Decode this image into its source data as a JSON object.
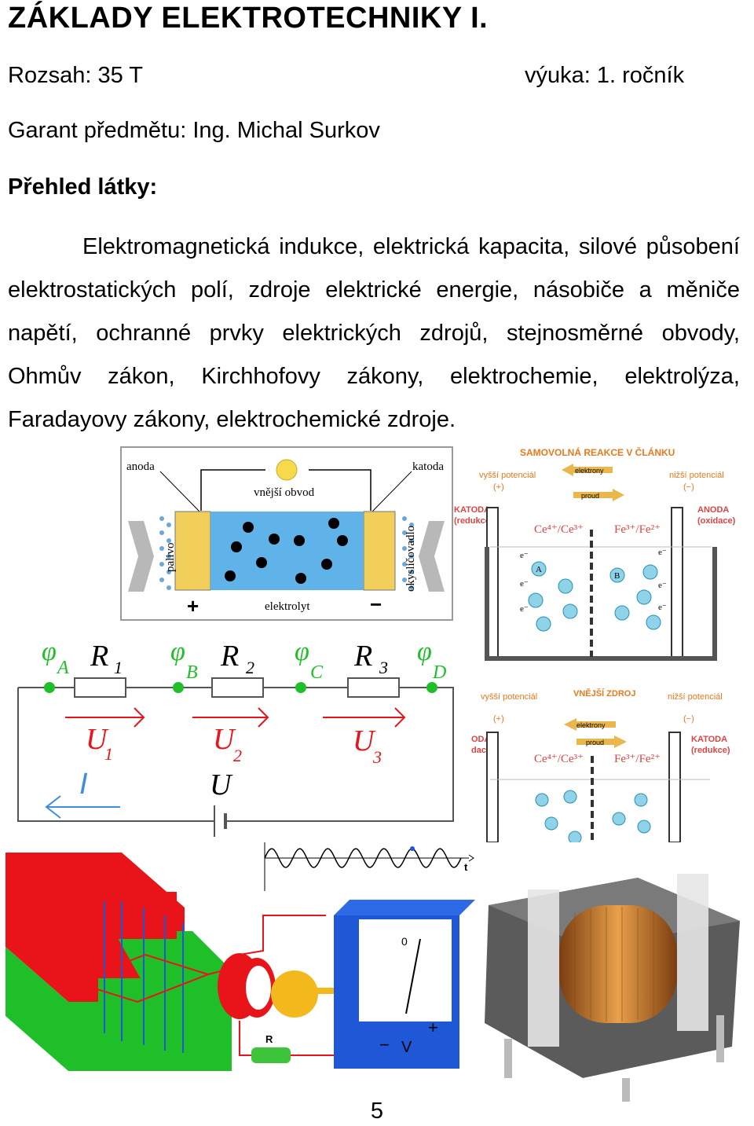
{
  "title": "ZÁKLADY ELEKTROTECHNIKY I.",
  "scope": "Rozsah: 35 T",
  "teaching": "výuka: 1. ročník",
  "guarantor": "Garant předmětu: Ing. Michal Surkov",
  "overview_heading": "Přehled látky:",
  "overview_text": "Elektromagnetická indukce, elektrická kapacita, silové působení elektrostatických polí, zdroje elektrické energie, násobiče a měniče napětí, ochranné prvky elektrických zdrojů, stejnosměrné obvody, Ohmův zákon, Kirchhofovy zákony, elektrochemie, elektrolýza, Faradayovy zákony, elektrochemické zdroje.",
  "fuel_cell": {
    "anoda": "anoda",
    "katoda": "katoda",
    "vnejsi_obvod": "vnější obvod",
    "palivo": "palivo",
    "okyslicovadlo": "okysličovadlo",
    "elektrolyt": "elektrolyt",
    "plus": "+",
    "minus": "−"
  },
  "galvanic_top": {
    "heading": "SAMOVOLNÁ REAKCE V ČLÁNKU",
    "high_potential": "vyšší potenciál",
    "high_sign": "(+)",
    "low_potential": "nižší potenciál",
    "low_sign": "(−)",
    "electrons": "elektrony",
    "current": "proud",
    "left_electrode": "KATODA",
    "left_electrode_sub": "(redukce)",
    "right_electrode": "ANODA",
    "right_electrode_sub": "(oxidace)",
    "left_couple": "Ce⁴⁺/Ce³⁺",
    "right_couple": "Fe³⁺/Fe²⁺",
    "electron_label": "e⁻",
    "ion_a": "A",
    "ion_b": "B"
  },
  "galvanic_bottom": {
    "high_potential": "vyšší potenciál",
    "high_sign": "(+)",
    "low_potential": "nižší potenciál",
    "low_sign": "(−)",
    "heading": "VNĚJŠÍ ZDROJ",
    "electrons": "elektrony",
    "current": "proud",
    "left_electrode": "ODA",
    "left_electrode_sub": "dace)",
    "right_electrode": "KATODA",
    "right_electrode_sub": "(redukce)",
    "left_couple": "Ce⁴⁺/Ce³⁺",
    "right_couple": "Fe³⁺/Fe²⁺"
  },
  "circuit": {
    "phi_a": "φ",
    "phi_a_sub": "A",
    "phi_b": "φ",
    "phi_b_sub": "B",
    "phi_c": "φ",
    "phi_c_sub": "C",
    "phi_d": "φ",
    "phi_d_sub": "D",
    "r1": "R",
    "r1_sub": "1",
    "r2": "R",
    "r2_sub": "2",
    "r3": "R",
    "r3_sub": "3",
    "u1": "U",
    "u1_sub": "1",
    "u2": "U",
    "u2_sub": "2",
    "u3": "U",
    "u3_sub": "3",
    "u": "U",
    "i": "I"
  },
  "sine": {
    "t_label": "t"
  },
  "generator": {
    "r_label": "R",
    "meter_zero": "0",
    "meter_unit": "V",
    "meter_minus": "−",
    "meter_plus": "+"
  },
  "colors": {
    "red": "#e8141a",
    "green": "#1fbf2a",
    "blue": "#1e58d6",
    "fuel_blue": "#5fb3e8",
    "fuel_yellow": "#f2cf5b"
  },
  "page_number": "5"
}
